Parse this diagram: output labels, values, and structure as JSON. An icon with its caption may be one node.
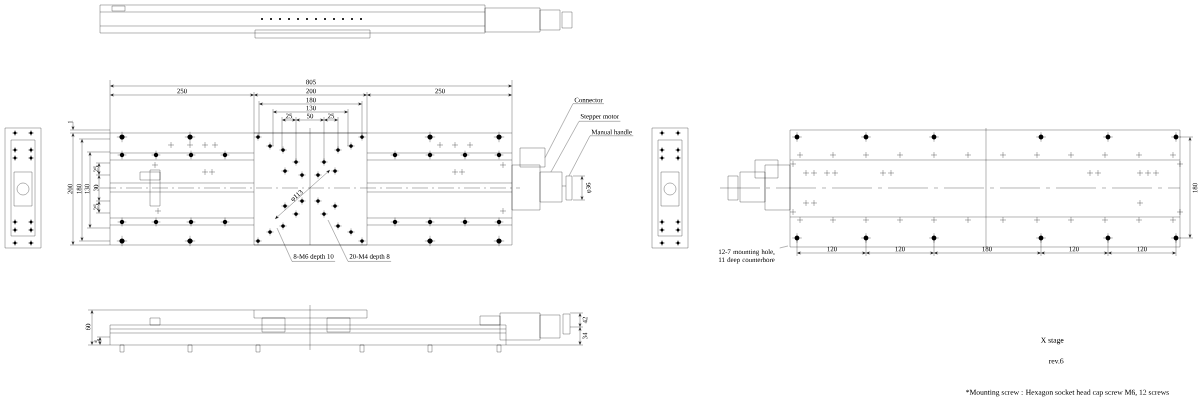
{
  "diagram": {
    "nodes": [
      {
        "text": [
          "Connector"
        ]
      },
      {
        "text": [
          "Stepper motor"
        ]
      },
      {
        "text": [
          "Manual handle"
        ]
      },
      {
        "text": [
          "8-M6 depth 10"
        ]
      },
      {
        "text": [
          "20-M4 depth 8"
        ]
      },
      {
        "text": [
          "12-7 mounting hole, 11 deep counterbore"
        ]
      },
      {
        "text": [],
        "shape": "box"
      },
      {
        "text": [],
        "shape": "box"
      },
      {
        "text": [],
        "shape": "box"
      }
    ],
    "edges": [
      {
        "from": 0,
        "to": 6,
        "arrow": "none"
      },
      {
        "from": 1,
        "to": 7,
        "arrow": "none"
      },
      {
        "from": 2,
        "to": 8,
        "arrow": "none"
      },
      {
        "from": 3,
        "to": null,
        "arrow": "none"
      },
      {
        "from": 4,
        "to": null,
        "arrow": "none"
      },
      {
        "from": 5,
        "to": null,
        "arrow": "none"
      }
    ],
    "labels": [
      "805",
      "250",
      "200",
      "250",
      "180",
      "130",
      "25",
      "50",
      "25",
      "1",
      "200",
      "180",
      "130",
      "25",
      "30",
      "25",
      "φ113",
      "φ36",
      "120",
      "120",
      "180",
      "120",
      "120",
      "180",
      "60",
      "5",
      "42",
      "34",
      "X stage",
      "rev.6",
      "*Mounting screw : Hexagon socket head cap screw M6, 12 screws"
    ]
  }
}
